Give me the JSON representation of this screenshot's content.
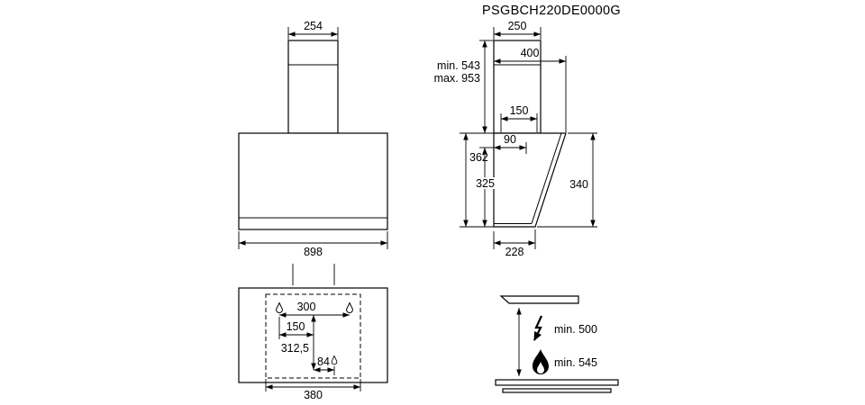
{
  "title": "PSGBCH220DE0000G",
  "front_view": {
    "chimney_width": "254",
    "body_width": "898"
  },
  "side_view": {
    "chimney_width": "250",
    "depth": "400",
    "height_min": "min. 543",
    "height_max": "max. 953",
    "duct_offset": "150",
    "duct_depth": "90",
    "back_height": "362",
    "mid_height": "325",
    "front_height": "340",
    "bottom_depth": "228"
  },
  "mounting_view": {
    "hole_spacing": "300",
    "hole_offset": "150",
    "vertical_offset": "312,5",
    "lower_hole_offset": "84",
    "template_width": "380"
  },
  "clearance_view": {
    "electric": "min. 500",
    "gas": "min. 545"
  }
}
